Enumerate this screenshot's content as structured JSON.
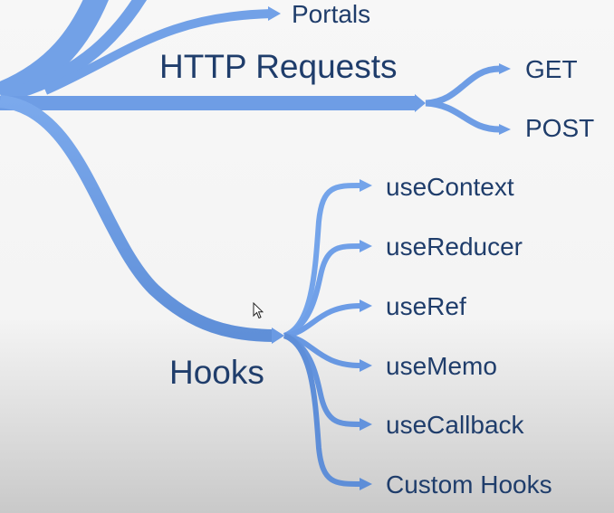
{
  "colors": {
    "branch": "#6b9be3",
    "branch_light": "#7aa8ea",
    "text": "#1f3d6b"
  },
  "mindmap": {
    "top_leaf": "Portals",
    "http": {
      "label": "HTTP Requests",
      "children": [
        "GET",
        "POST"
      ]
    },
    "hooks": {
      "label": "Hooks",
      "children": [
        "useContext",
        "useReducer",
        "useRef",
        "useMemo",
        "useCallback",
        "Custom Hooks"
      ]
    }
  },
  "cursor": "mouse-pointer-icon"
}
